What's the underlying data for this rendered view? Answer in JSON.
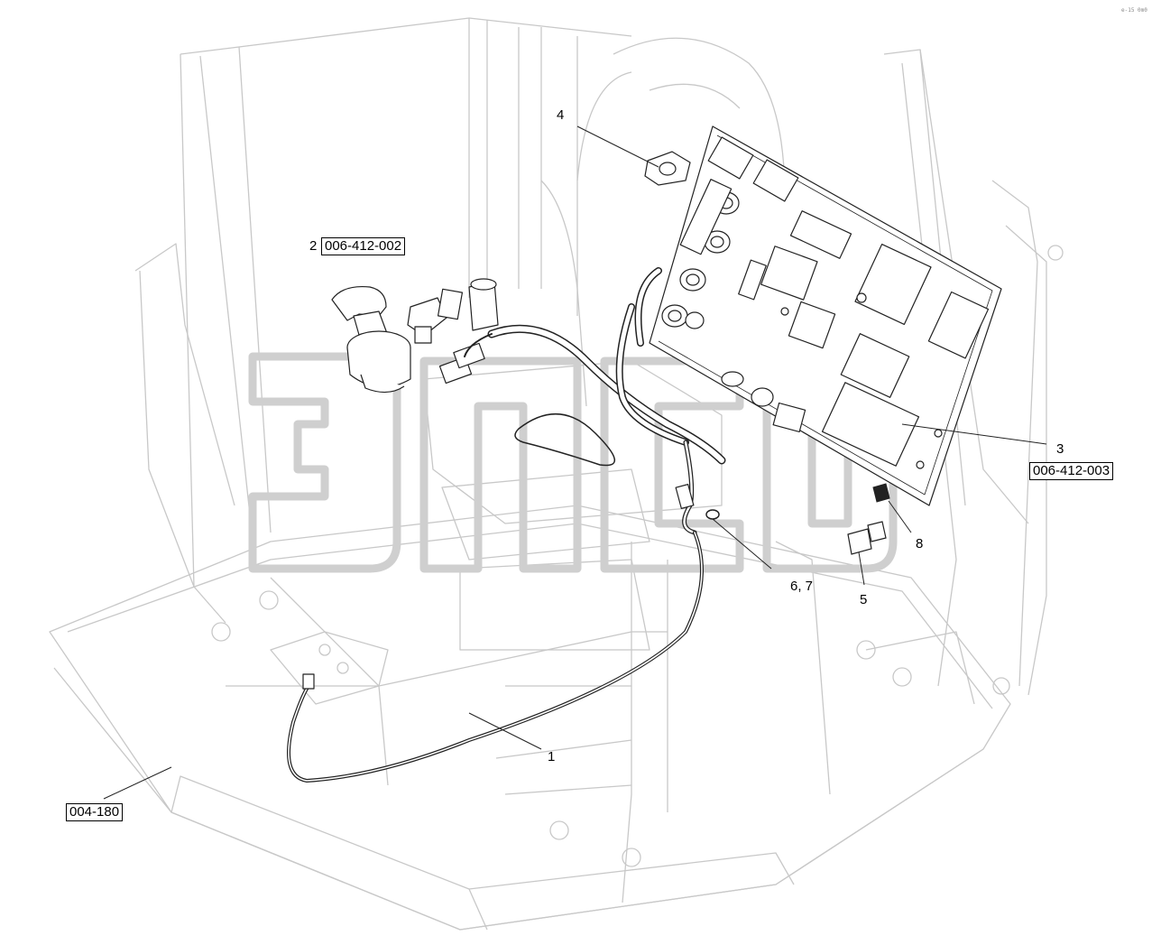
{
  "watermark": {
    "text": "ЭПСД",
    "color": "#d6d6d6"
  },
  "callouts": {
    "c1": "1",
    "c2": "2",
    "c2_ref": "006-412-002",
    "c3": "3",
    "c3_ref": "006-412-003",
    "c4": "4",
    "c5": "5",
    "c67": "6, 7",
    "c8": "8",
    "base_ref": "004-180"
  },
  "colors": {
    "frame": "#c8c8c8",
    "part": "#222222",
    "background": "#ffffff"
  },
  "corner_code": "e-15  0m0"
}
